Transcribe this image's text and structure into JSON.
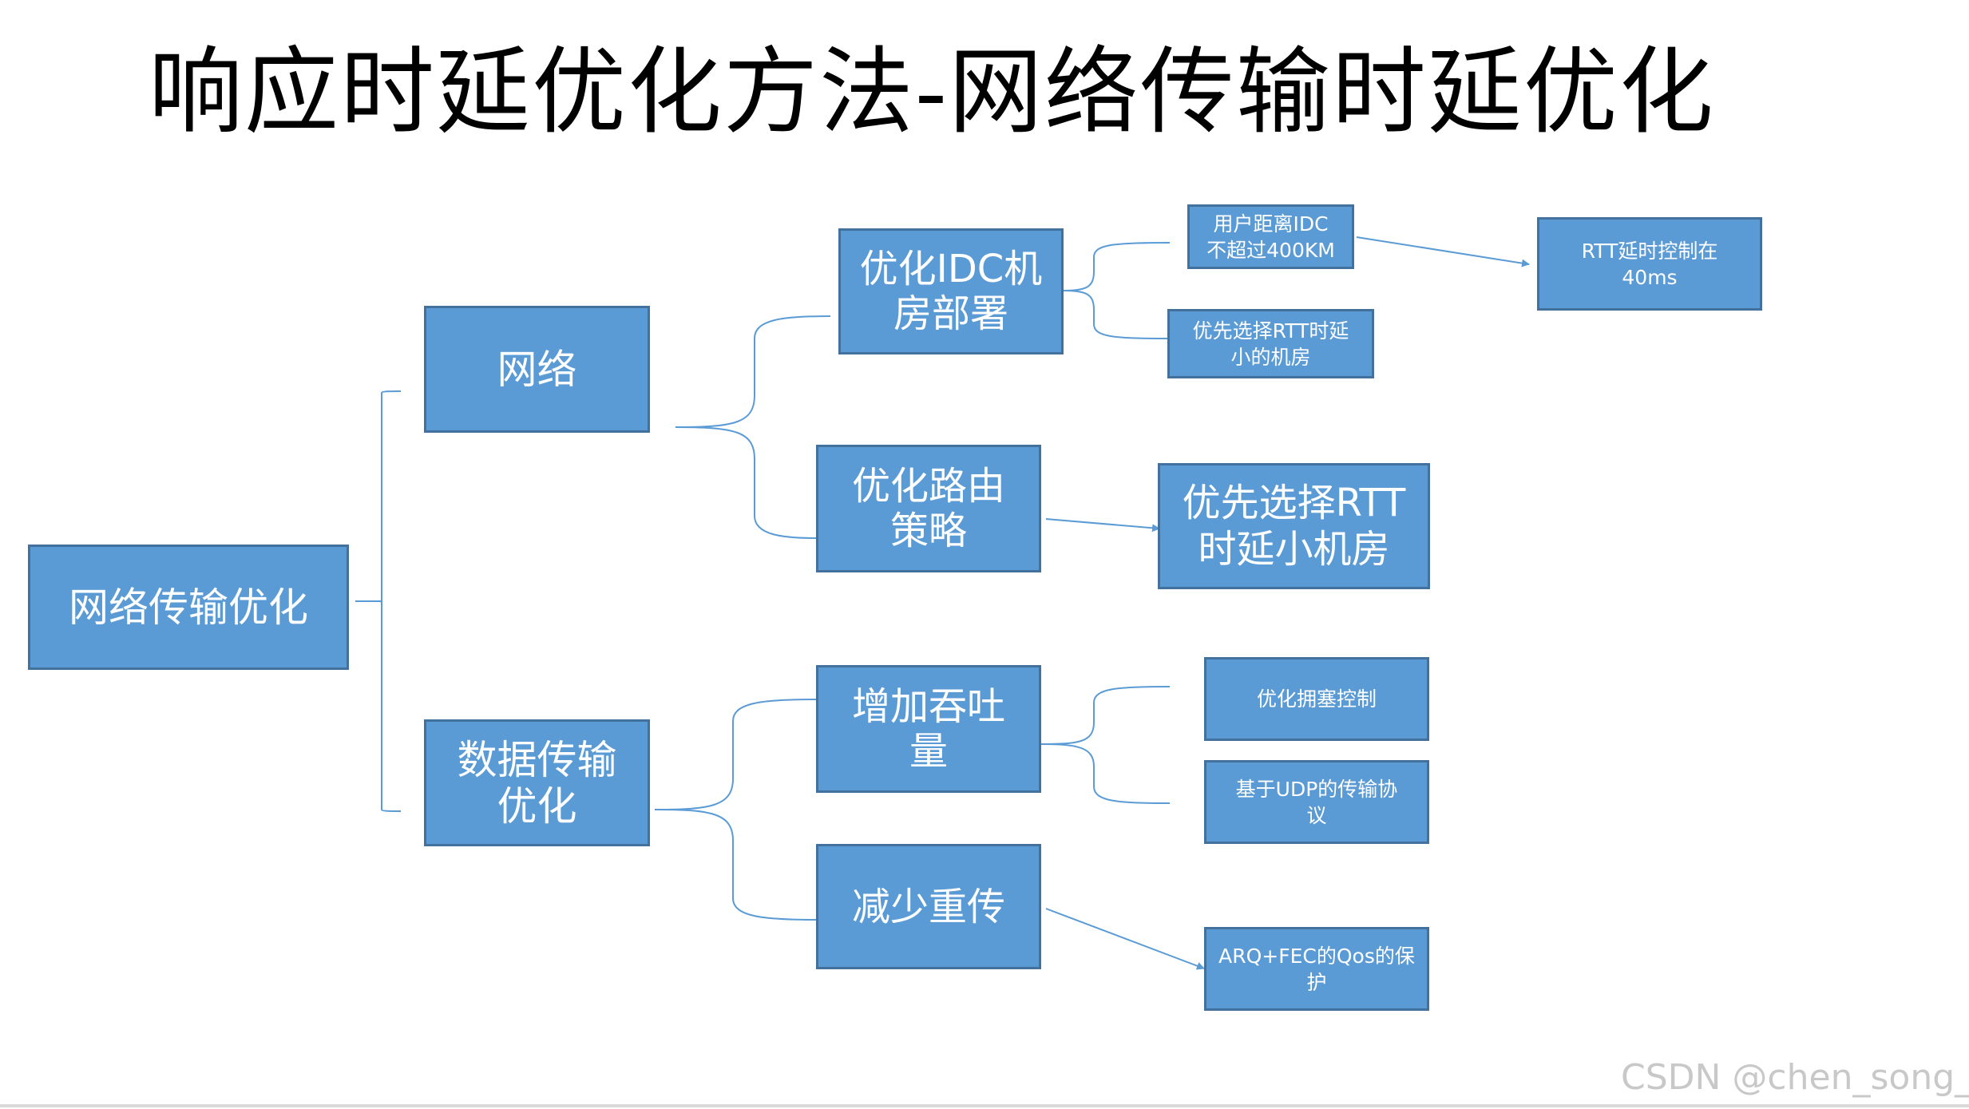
{
  "title": "响应时延优化方法-网络传输时延优化",
  "nodes": {
    "root": "网络传输优化",
    "network": "网络",
    "data_opt": "数据传输\n优化",
    "idc": "优化IDC机\n房部署",
    "routing": "优化路由\n策略",
    "throughput": "增加吞吐\n量",
    "retrans": "减少重传",
    "distance": "用户距离IDC\n不超过400KM",
    "rtt_select_small": "优先选择RTT时延\n小的机房",
    "rtt_control": "RTT延时控制在\n40ms",
    "rtt_select_big": "优先选择RTT\n时延小机房",
    "congestion": "优化拥塞控制",
    "udp": "基于UDP的传输协\n议",
    "arq": "ARQ+FEC的Qos的保\n护"
  },
  "colors": {
    "node_fill": "#5b9bd5",
    "node_border": "#41719c",
    "node_text": "#ffffff",
    "connector": "#5b9bd5",
    "title_text": "#000000",
    "watermark": "#c8c8c8"
  },
  "watermark": "CSDN @chen_song_"
}
